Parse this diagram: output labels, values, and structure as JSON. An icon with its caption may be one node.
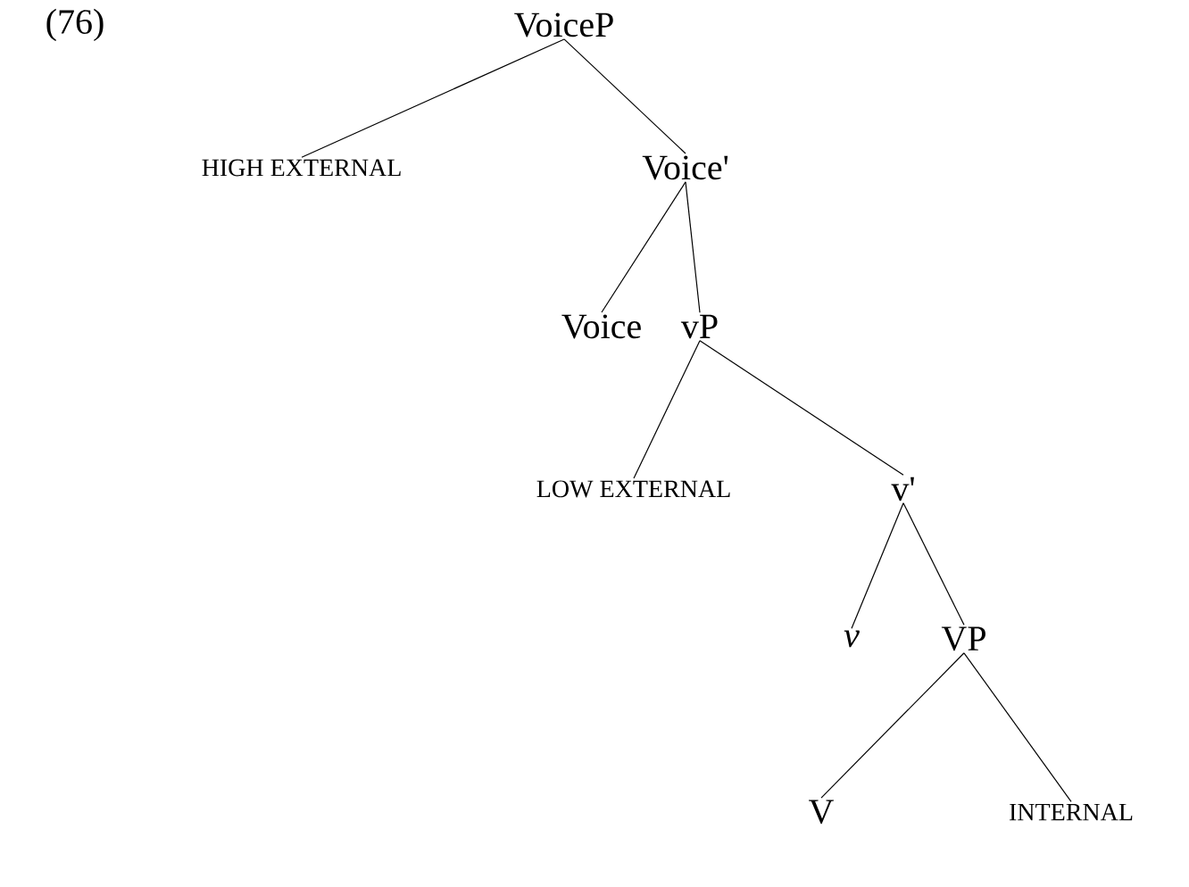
{
  "diagram": {
    "nodes": [
      {
        "text": [
          "VoiceP"
        ]
      },
      {
        "text": [
          "HIGH EXTERNAL"
        ]
      },
      {
        "text": [
          "Voice'"
        ]
      },
      {
        "text": [
          "Voice"
        ]
      },
      {
        "text": [
          "vP"
        ]
      },
      {
        "text": [
          "LOW EXTERNAL"
        ]
      },
      {
        "text": [
          "v'"
        ]
      },
      {
        "text": [
          "v"
        ]
      },
      {
        "text": [
          "VP"
        ]
      },
      {
        "text": [
          "V"
        ]
      },
      {
        "text": [
          "INTERNAL"
        ]
      }
    ],
    "edges": [
      {
        "from": 0,
        "to": 1,
        "arrow": "none"
      },
      {
        "from": 0,
        "to": 2,
        "arrow": "none"
      },
      {
        "from": 2,
        "to": 3,
        "arrow": "none"
      },
      {
        "from": 2,
        "to": 4,
        "arrow": "none"
      },
      {
        "from": 4,
        "to": 5,
        "arrow": "none"
      },
      {
        "from": 4,
        "to": 6,
        "arrow": "none"
      },
      {
        "from": 6,
        "to": 7,
        "arrow": "none"
      },
      {
        "from": 6,
        "to": 8,
        "arrow": "none"
      },
      {
        "from": 8,
        "to": 9,
        "arrow": "none"
      },
      {
        "from": 8,
        "to": 10,
        "arrow": "none"
      }
    ],
    "labels": [
      "(76)"
    ]
  }
}
